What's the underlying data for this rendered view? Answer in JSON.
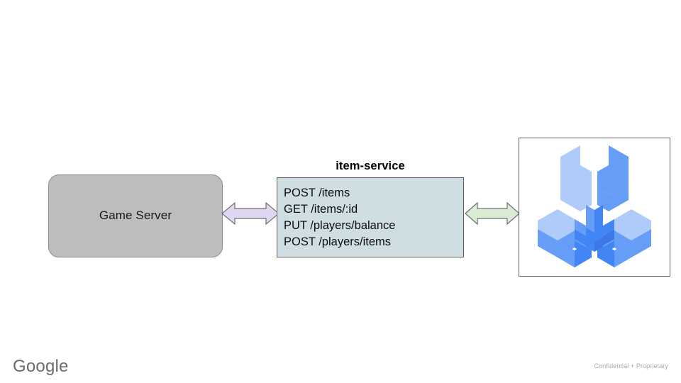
{
  "diagram": {
    "game_server": {
      "label": "Game Server",
      "fill_color": "#bdbdbd",
      "stroke_color": "#8c8c8c"
    },
    "service": {
      "title": "item-service",
      "fill_color": "#cfdee2",
      "stroke_color": "#5e5e5e",
      "endpoints": [
        "POST /items",
        "GET /items/:id",
        "PUT /players/balance",
        "POST /players/items"
      ]
    },
    "arrows": [
      {
        "name": "left-arrow",
        "style": "double-headed",
        "fill_color": "#ded7ef",
        "stroke_color": "#6e6e6e"
      },
      {
        "name": "right-arrow",
        "style": "double-headed",
        "fill_color": "#dcecd4",
        "stroke_color": "#6e6e6e"
      }
    ],
    "logo": {
      "name": "cloud-tools-wrench-logo",
      "alt": "three-armed isometric wrench logo",
      "colors": {
        "light": "#AECBFA",
        "medium": "#669DF6",
        "base": "#4285F4",
        "dark": "#3C78E8"
      },
      "frame_stroke": "#5e5e5e"
    }
  },
  "footer": {
    "brand": "Google",
    "confidential": "Confidential + Proprietary"
  }
}
